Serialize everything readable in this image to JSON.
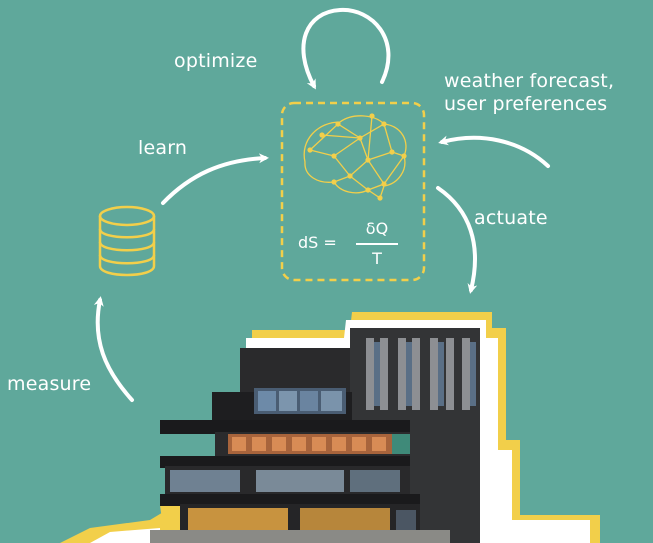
{
  "labels": {
    "optimize": "optimize",
    "learn": "learn",
    "weather_line1": "weather forecast,",
    "weather_line2": "user preferences",
    "actuate": "actuate",
    "measure": "measure"
  },
  "equation": {
    "lhs": "dS =",
    "numerator": "δQ",
    "denominator": "T"
  },
  "colors": {
    "background": "#5fa89b",
    "accent": "#f2cf4a",
    "arrow": "#ffffff",
    "building": "#2a2a2c"
  },
  "icons": {
    "brain": "brain-network-icon",
    "database": "database-icon"
  }
}
